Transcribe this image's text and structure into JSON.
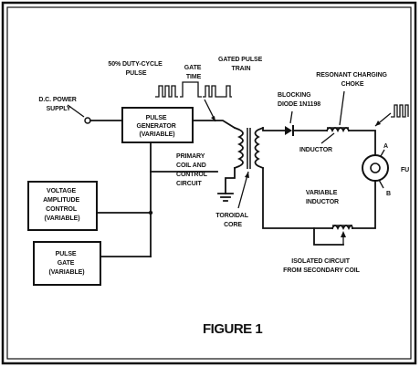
{
  "figure": {
    "caption": "FIGURE 1"
  },
  "labels": {
    "dc_power_supply": [
      "D.C. POWER",
      "SUPPLY"
    ],
    "pulse_generator": [
      "PULSE",
      "GENERATOR",
      "(VARIABLE)"
    ],
    "voltage_amplitude_control": [
      "VOLTAGE",
      "AMPLITUDE",
      "CONTROL",
      "(VARIABLE)"
    ],
    "pulse_gate": [
      "PULSE",
      "GATE",
      "(VARIABLE)"
    ],
    "duty_cycle_pulse": [
      "50% DUTY-CYCLE",
      "PULSE"
    ],
    "gate_time": [
      "GATE",
      "TIME"
    ],
    "gated_pulse_train": [
      "GATED PULSE",
      "TRAIN"
    ],
    "primary_coil": [
      "PRIMARY",
      "COIL AND",
      "CONTROL",
      "CIRCUIT"
    ],
    "toroidal_core": [
      "TOROIDAL",
      "CORE"
    ],
    "blocking_diode": [
      "BLOCKING",
      "DIODE 1N1198"
    ],
    "resonant_charging_choke": [
      "RESONANT CHARGING",
      "CHOKE"
    ],
    "inductor": "INDUCTOR",
    "variable_inductor": [
      "VARIABLE",
      "INDUCTOR"
    ],
    "isolated_circuit": [
      "ISOLATED CIRCUIT",
      "FROM SECONDARY COIL"
    ],
    "terminal_a": "A",
    "terminal_b": "B",
    "fuel_cell_truncated": "FU"
  }
}
